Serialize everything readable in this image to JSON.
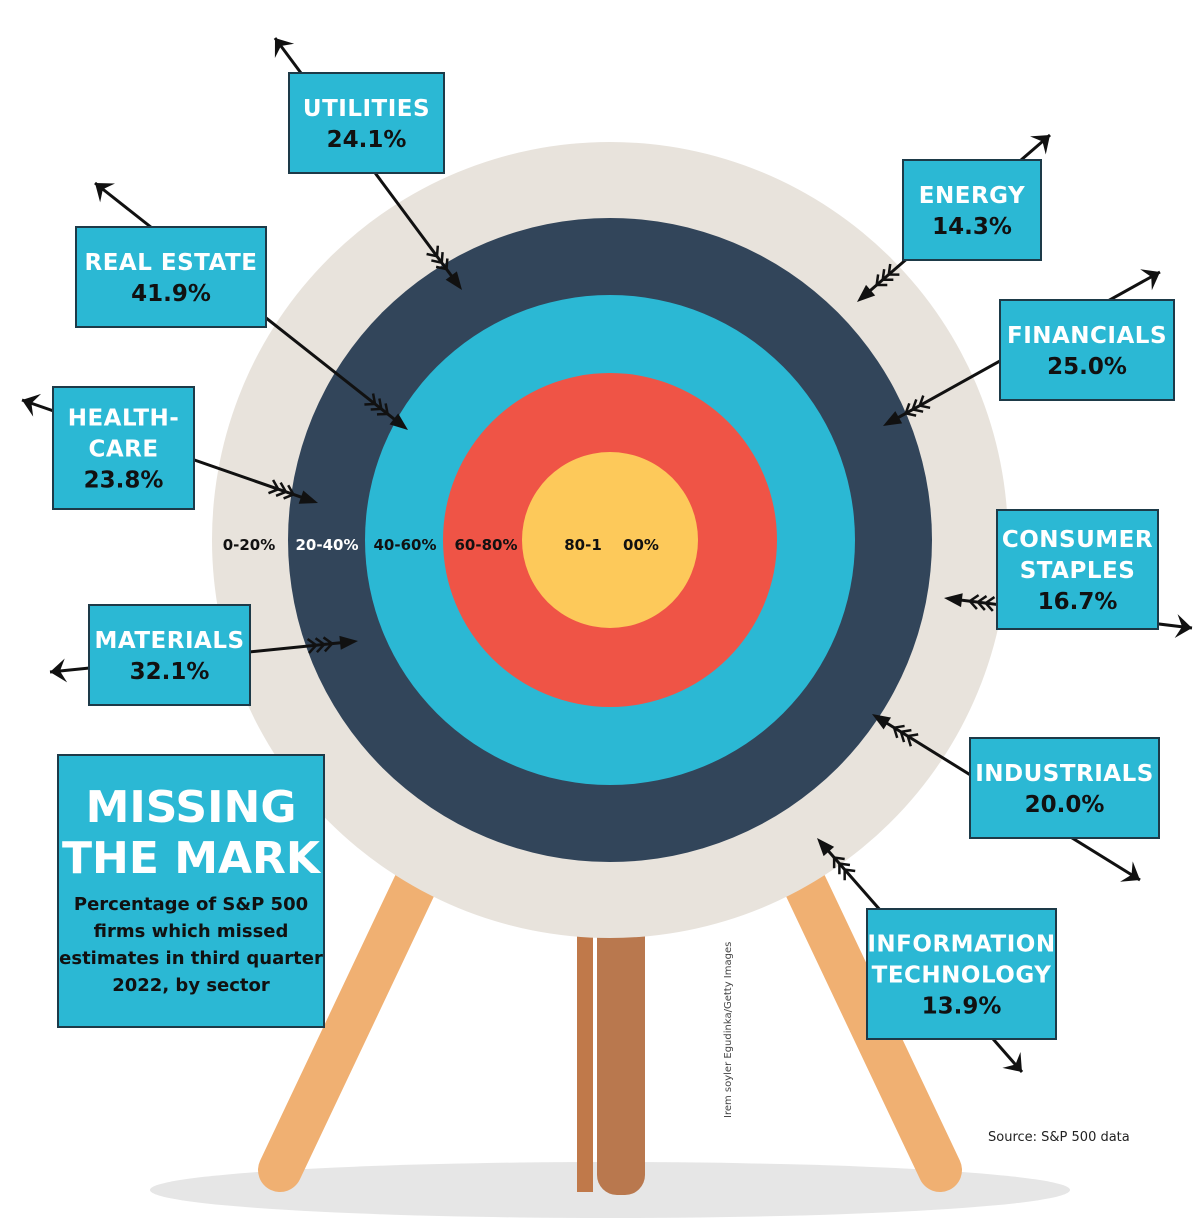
{
  "chart_data": {
    "type": "bar",
    "title": "MISSING THE MARK",
    "subtitle": [
      "Percentage of S&P 500",
      "firms which missed",
      "estimates in third quarter",
      "2022, by sector"
    ],
    "unit": "%",
    "ring_labels": [
      "0-20%",
      "20-40%",
      "40-60%",
      "60-80%",
      "80-1",
      "00%"
    ],
    "ring_colors": [
      "#e8e3dc",
      "#32455a",
      "#2bb8d4",
      "#ef5446",
      "#fdc95a"
    ],
    "sectors": [
      {
        "name": [
          "UTILITIES"
        ],
        "value": "24.1%",
        "v": 24.1
      },
      {
        "name": [
          "ENERGY"
        ],
        "value": "14.3%",
        "v": 14.3
      },
      {
        "name": [
          "REAL ESTATE"
        ],
        "value": "41.9%",
        "v": 41.9
      },
      {
        "name": [
          "FINANCIALS"
        ],
        "value": "25.0%",
        "v": 25.0
      },
      {
        "name": [
          "HEALTH-",
          "CARE"
        ],
        "value": "23.8%",
        "v": 23.8
      },
      {
        "name": [
          "CONSUMER",
          "STAPLES"
        ],
        "value": "16.7%",
        "v": 16.7
      },
      {
        "name": [
          "MATERIALS"
        ],
        "value": "32.1%",
        "v": 32.1
      },
      {
        "name": [
          "INDUSTRIALS"
        ],
        "value": "20.0%",
        "v": 20.0
      },
      {
        "name": [
          "INFORMATION",
          "TECHNOLOGY"
        ],
        "value": "13.9%",
        "v": 13.9
      }
    ],
    "source": "Source: S&P 500 data",
    "credit": "Irem soyler  Egudinka/Getty Images"
  }
}
